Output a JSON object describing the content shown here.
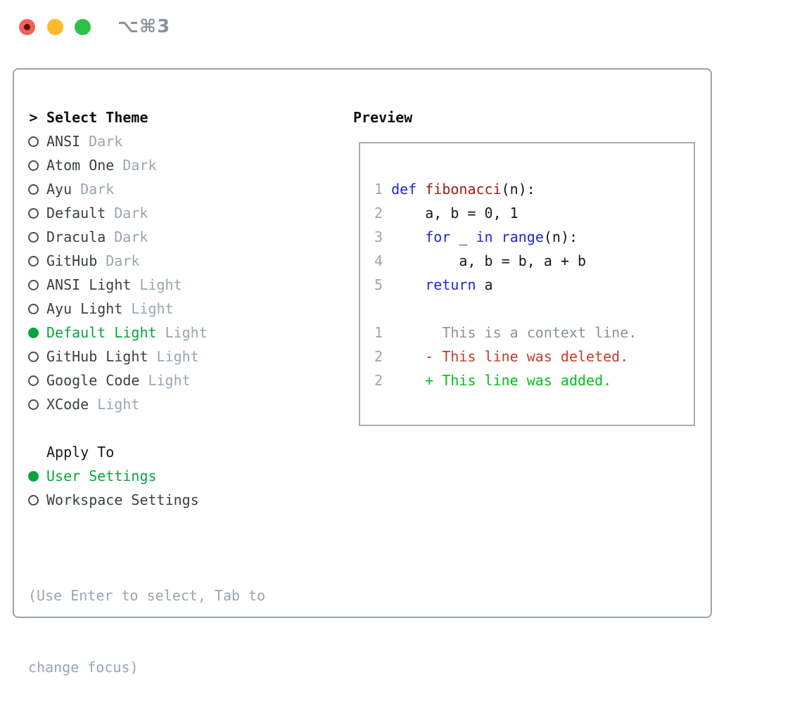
{
  "window": {
    "title": "⌥⌘3",
    "traffic_lights": [
      "close",
      "minimize",
      "zoom"
    ]
  },
  "theme_panel": {
    "title_prefix": ">",
    "title": "Select Theme",
    "themes": [
      {
        "name": "ANSI",
        "variant": "Dark",
        "selected": false
      },
      {
        "name": "Atom One",
        "variant": "Dark",
        "selected": false
      },
      {
        "name": "Ayu",
        "variant": "Dark",
        "selected": false
      },
      {
        "name": "Default",
        "variant": "Dark",
        "selected": false
      },
      {
        "name": "Dracula",
        "variant": "Dark",
        "selected": false
      },
      {
        "name": "GitHub",
        "variant": "Dark",
        "selected": false
      },
      {
        "name": "ANSI Light",
        "variant": "Light",
        "selected": false
      },
      {
        "name": "Ayu Light",
        "variant": "Light",
        "selected": false
      },
      {
        "name": "Default Light",
        "variant": "Light",
        "selected": true
      },
      {
        "name": "GitHub Light",
        "variant": "Light",
        "selected": false
      },
      {
        "name": "Google Code",
        "variant": "Light",
        "selected": false
      },
      {
        "name": "XCode",
        "variant": "Light",
        "selected": false
      }
    ],
    "apply_to": {
      "title": "Apply To",
      "options": [
        {
          "label": "User Settings",
          "selected": true
        },
        {
          "label": "Workspace Settings",
          "selected": false
        }
      ]
    },
    "help_lines": [
      "(Use Enter to select, Tab to",
      "change focus)"
    ]
  },
  "preview_panel": {
    "title": "Preview",
    "code_lines": [
      {
        "num": "1",
        "tokens": [
          {
            "t": " ",
            "c": "pl"
          },
          {
            "t": "def",
            "c": "kw"
          },
          {
            "t": " ",
            "c": "pl"
          },
          {
            "t": "fibonacci",
            "c": "fn"
          },
          {
            "t": "(n):",
            "c": "pl"
          }
        ]
      },
      {
        "num": "2",
        "tokens": [
          {
            "t": "     a, b = 0, 1",
            "c": "pl"
          }
        ]
      },
      {
        "num": "3",
        "tokens": [
          {
            "t": "     ",
            "c": "pl"
          },
          {
            "t": "for",
            "c": "kw"
          },
          {
            "t": " _ ",
            "c": "pl"
          },
          {
            "t": "in",
            "c": "kw"
          },
          {
            "t": " ",
            "c": "pl"
          },
          {
            "t": "range",
            "c": "kw"
          },
          {
            "t": "(n):",
            "c": "pl"
          }
        ]
      },
      {
        "num": "4",
        "tokens": [
          {
            "t": "         a, b = b, a + b",
            "c": "pl"
          }
        ]
      },
      {
        "num": "5",
        "tokens": [
          {
            "t": "     ",
            "c": "pl"
          },
          {
            "t": "return",
            "c": "kw"
          },
          {
            "t": " a",
            "c": "pl"
          }
        ]
      },
      {
        "num": "",
        "tokens": []
      },
      {
        "num": "1",
        "tokens": [
          {
            "t": "       This is a context line.",
            "c": "ctx"
          }
        ]
      },
      {
        "num": "2",
        "tokens": [
          {
            "t": "     - This line was deleted.",
            "c": "del"
          }
        ]
      },
      {
        "num": "2",
        "tokens": [
          {
            "t": "     + This line was added.",
            "c": "add"
          }
        ]
      }
    ]
  },
  "colors": {
    "selected_green": "#09a43d",
    "added_green": "#00c117",
    "deleted_red": "#c93b28",
    "keyword_blue": "#2424e0",
    "function_red": "#a01d15",
    "muted_gray": "#9aa5b2",
    "line_number_gray": "#9aa7b9",
    "context_gray": "#8a929c",
    "border_gray": "#9ba3ae",
    "traffic_red": "#f35e55",
    "traffic_yellow": "#f9ba2c",
    "traffic_green": "#2ec149"
  }
}
